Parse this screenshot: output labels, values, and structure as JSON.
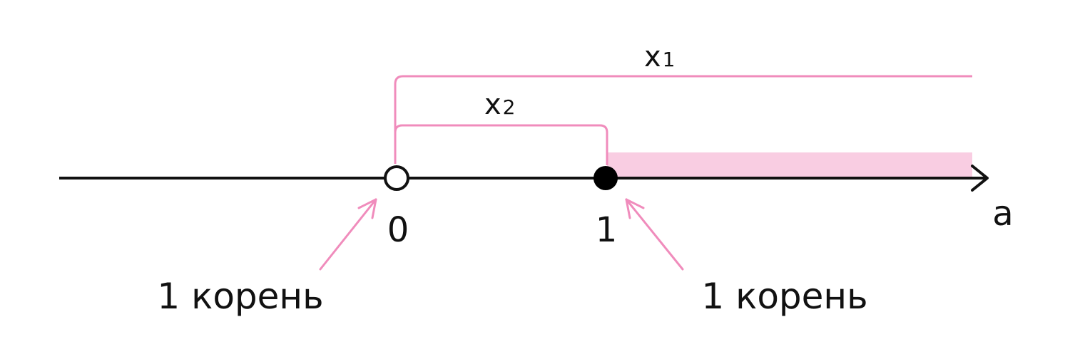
{
  "axis": {
    "variable_label": "a",
    "ticks": [
      {
        "value": 0,
        "label": "0",
        "point": "open"
      },
      {
        "value": 1,
        "label": "1",
        "point": "filled"
      }
    ]
  },
  "brackets": {
    "x1_label": "x",
    "x1_sub": "1",
    "x2_label": "x",
    "x2_sub": "2"
  },
  "annotations": {
    "left_note": "1 корень",
    "right_note": "1 корень"
  },
  "colors": {
    "axis": "#111111",
    "accent": "#f08cbc",
    "highlight_fill": "#f9cde2",
    "point_fill_filled": "#000000",
    "point_fill_open": "#ffffff"
  }
}
